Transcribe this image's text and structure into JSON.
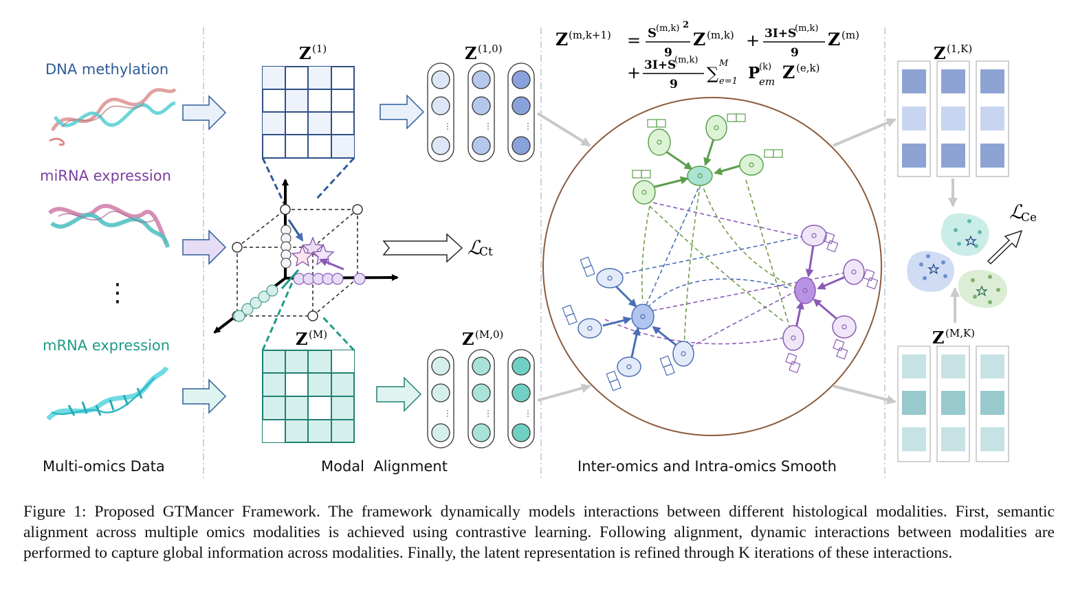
{
  "labels": {
    "dna": "DNA methylation",
    "mirna": "miRNA expression",
    "mrna": "mRNA expression",
    "ellipsis": "⋮",
    "section1": "Multi-omics Data",
    "section2": "Modal  Alignment",
    "section3": "Inter-omics and Intra-omics Smooth"
  },
  "math": {
    "z1": "Z",
    "z1_sup": "(1)",
    "zM": "Z",
    "zM_sup": "(M)",
    "z10": "Z",
    "z10_sup": "(1,0)",
    "zM0": "Z",
    "zM0_sup": "(M,0)",
    "z1K": "Z",
    "z1K_sup": "(1,K)",
    "zMK": "Z",
    "zMK_sup": "(M,K)",
    "lct": "ℒ",
    "lct_sub": "Ct",
    "lce": "ℒ",
    "lce_sub": "Ce",
    "eq_lhs": "Z",
    "eq_lhs_sup": "(m,k+1)",
    "eq_eq": "=",
    "eq_f1_num": "S",
    "eq_f1_num_sup": "(m,k)",
    "eq_f1_num_pow": "2",
    "eq_f1_den": "9",
    "eq_t1": "Z",
    "eq_t1_sup": "(m,k)",
    "eq_plus": "+",
    "eq_f2_num": "3I+S",
    "eq_f2_num_sup": "(m,k)",
    "eq_f2_den": "9",
    "eq_t2": "Z",
    "eq_t2_sup": "(m)",
    "eq_plus2": "+",
    "eq_f3_num": "3I+S",
    "eq_f3_num_sup": "(m,k)",
    "eq_f3_den": "9",
    "eq_sum": "∑",
    "eq_sum_sub": "e=1",
    "eq_sum_sup": "M",
    "eq_p": "P",
    "eq_p_sup": "(k)",
    "eq_p_sub": "em",
    "eq_t3": "Z",
    "eq_t3_sup": "(e,k)"
  },
  "caption": {
    "text": "Figure 1: Proposed GTMancer Framework. The framework dynamically models interactions between different histological modalities. First, semantic alignment across multiple omics modalities is achieved using contrastive learning.  Following alignment, dynamic interactions between modalities are performed to capture global information across modalities. Finally, the latent representation is refined through K iterations of these interactions."
  },
  "colors": {
    "dna": "#2e5b9a",
    "mirna": "#7a3d9e",
    "mrna": "#1f9a86",
    "blue_fill": "#edf2fb",
    "teal_fill": "#d5f0ec",
    "green_node": "#d9f2d4",
    "green_stroke": "#5a9e4b",
    "purple_node": "#e6dcf3",
    "purple_stroke": "#8a5ab6",
    "blue_node": "#dce6f6",
    "blue_stroke": "#4a6db5",
    "circle_stroke": "#8a5a3a"
  }
}
